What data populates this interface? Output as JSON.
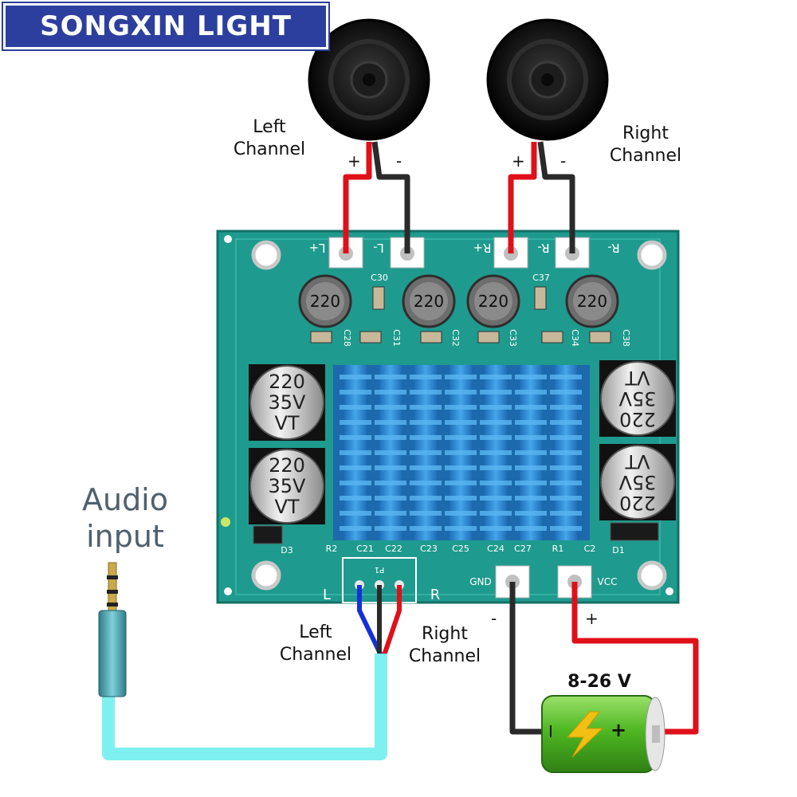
{
  "brand": {
    "text": "SONGXIN LIGHT"
  },
  "labels": {
    "left_channel_top": "Left\nChannel",
    "right_channel_top": "Right\nChannel",
    "left_channel_bottom": "Left\nChannel",
    "right_channel_bottom": "Right\nChannel",
    "audio_input": "Audio\ninput",
    "voltage": "8-26 V",
    "plus": "+",
    "minus": "-",
    "battery_minus": "I",
    "battery_plus": "+"
  },
  "board": {
    "silkscreen": {
      "l_plus": "L+",
      "l_minus": "L-",
      "r_plus": "R+",
      "r_minus": "R-",
      "gnd": "GND",
      "vcc": "VCC",
      "l": "L",
      "r": "R",
      "p1": "P1",
      "c30": "C30",
      "c37": "C37",
      "c28": "C28",
      "c31": "C31",
      "c32": "C32",
      "c33": "C33",
      "c34": "C34",
      "c38": "C38",
      "c21": "C21",
      "c22": "C22",
      "c23": "C23",
      "c25": "C25",
      "c24": "C24",
      "c27": "C27",
      "r1": "R1",
      "c2": "C2",
      "r2": "R2",
      "d1": "D1",
      "d3": "D3"
    },
    "small_caps": [
      "220",
      "220",
      "220",
      "220"
    ],
    "big_caps": [
      "220\n35V\nVT",
      "220\n35V\nVT",
      "220\n35V\nVT",
      "220\n35V\nVT"
    ]
  },
  "colors": {
    "brand": "#2d3f9e",
    "pcb": "#1f9a8e",
    "heatsink": "#2f8fd6",
    "wire_red": "#e0101a",
    "wire_black": "#2a2a2a",
    "wire_blue": "#1530d8",
    "cable": "#7ff0f0",
    "battery": "#5cc02a"
  }
}
